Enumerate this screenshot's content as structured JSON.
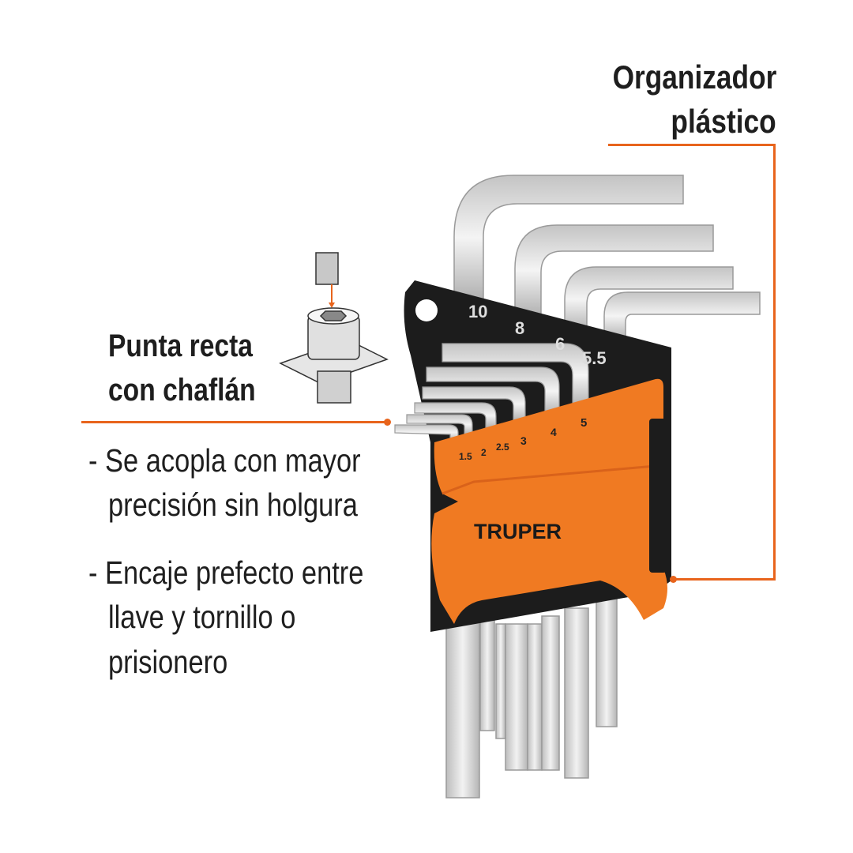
{
  "callouts": {
    "organizer": {
      "line1": "Organizador",
      "line2": "plástico"
    },
    "tip": {
      "line1": "Punta recta",
      "line2": "con chaflán"
    }
  },
  "features": [
    {
      "line1": "- Se acopla con mayor",
      "line2": "precisión sin holgura"
    },
    {
      "line1": "- Encaje prefecto entre",
      "line2": "llave y tornillo o",
      "line3": "prisionero"
    }
  ],
  "product": {
    "brand": "TRUPER",
    "large_sizes": [
      "10",
      "8",
      "6",
      "5.5"
    ],
    "small_sizes": [
      "1.5",
      "2",
      "2.5",
      "3",
      "4",
      "5"
    ]
  },
  "colors": {
    "accent": "#e8641c",
    "holder_orange": "#f07a22",
    "holder_black": "#1a1a1a",
    "steel": "#d6d6d6"
  }
}
